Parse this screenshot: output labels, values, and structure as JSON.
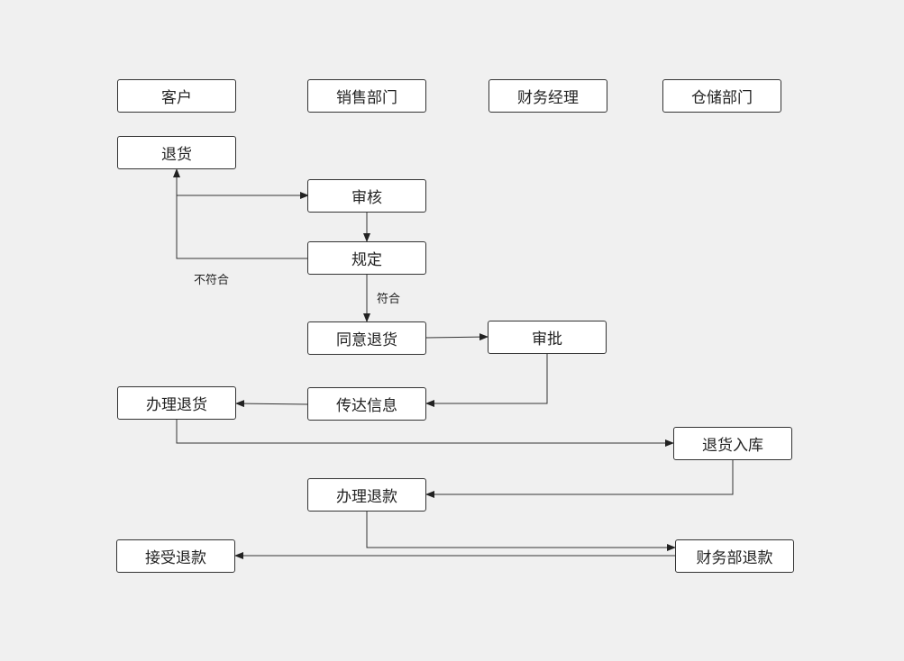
{
  "lanes": {
    "customer": "客户",
    "sales": "销售部门",
    "finance_manager": "财务经理",
    "warehouse": "仓储部门"
  },
  "nodes": {
    "return_goods": "退货",
    "review": "审核",
    "regulation": "规定",
    "agree_return": "同意退货",
    "approve": "审批",
    "convey_info": "传达信息",
    "process_return": "办理退货",
    "return_to_stock": "退货入库",
    "process_refund": "办理退款",
    "finance_refund": "财务部退款",
    "accept_refund": "接受退款"
  },
  "edge_labels": {
    "not_compliant": "不符合",
    "compliant": "符合"
  },
  "colors": {
    "background": "#f0f0f0",
    "node_fill": "#ffffff",
    "stroke": "#333333"
  }
}
